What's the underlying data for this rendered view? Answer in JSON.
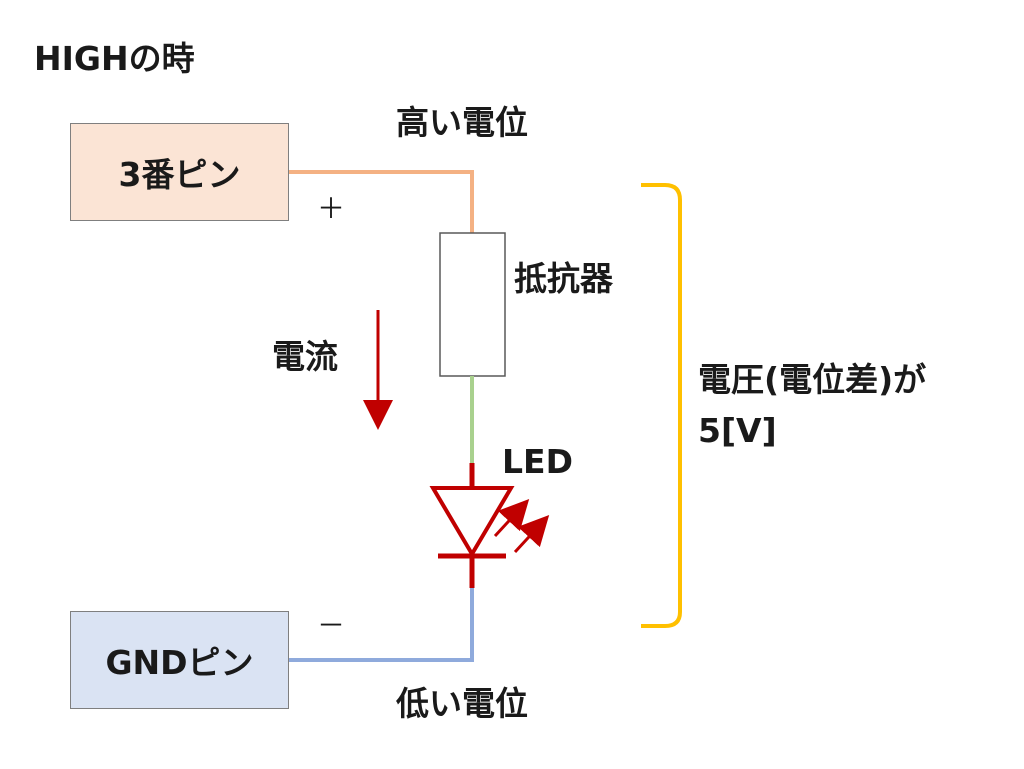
{
  "title": "HIGHの時",
  "pins": {
    "pin3_label": "3番ピン",
    "gnd_label": "GNDピン"
  },
  "polarity": {
    "plus": "＋",
    "minus": "－"
  },
  "potential": {
    "high": "高い電位",
    "low": "低い電位"
  },
  "components": {
    "resistor": "抵抗器",
    "led": "LED"
  },
  "current_label": "電流",
  "voltage": {
    "line1": "電圧(電位差)が",
    "line2": "5[V]"
  },
  "colors": {
    "high_wire": "#f4b183",
    "mid_wire": "#a9d18e",
    "low_wire": "#8faadc",
    "led": "#c00000",
    "current_arrow": "#c00000",
    "brace": "#ffc000",
    "pin3_fill": "#fbe4d5",
    "gnd_fill": "#dae3f3"
  }
}
